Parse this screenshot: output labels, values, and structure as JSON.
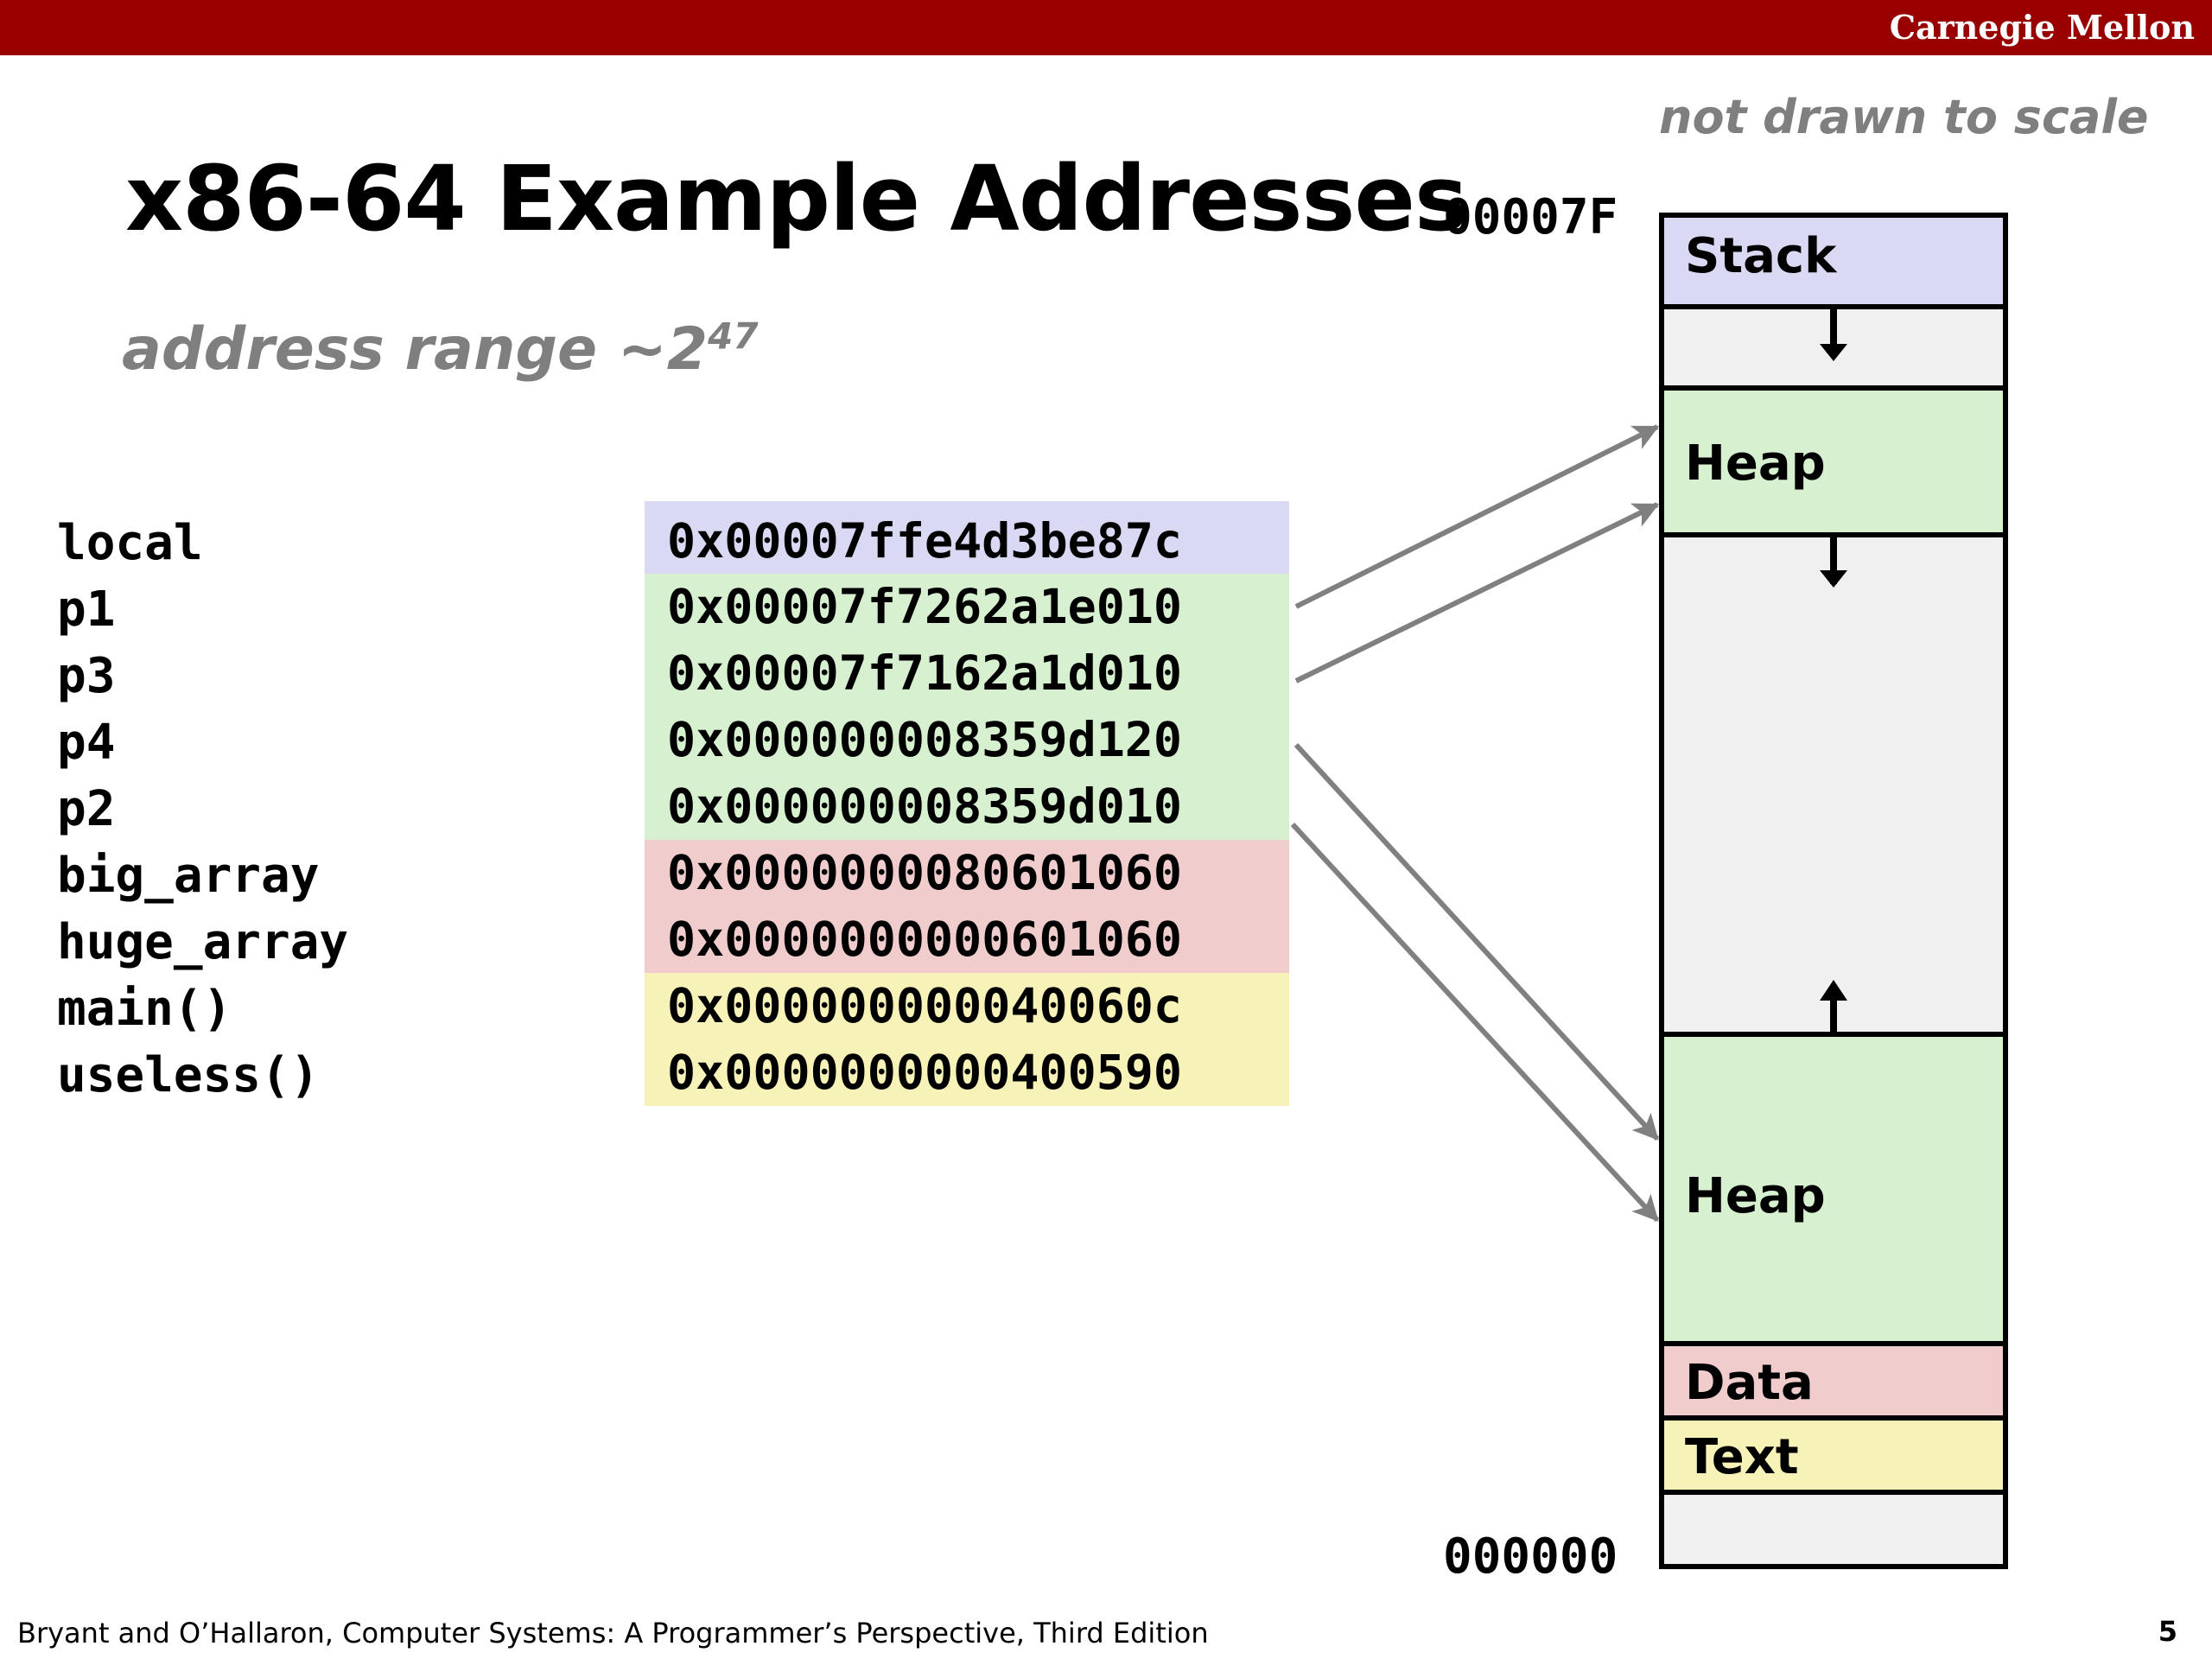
{
  "header": {
    "brand": "Carnegie Mellon"
  },
  "slide": {
    "title": "x86-64 Example Addresses",
    "subtitle_base": "address range ~2",
    "subtitle_exponent": "47",
    "note": "not drawn to scale"
  },
  "variables": [
    {
      "name": "local",
      "address": "0x00007ffe4d3be87c",
      "color": "#d9d9f3"
    },
    {
      "name": "p1",
      "address": "0x00007f7262a1e010",
      "color": "#d6f0d0"
    },
    {
      "name": "p3",
      "address": "0x00007f7162a1d010",
      "color": "#d6f0d0"
    },
    {
      "name": "p4",
      "address": "0x000000008359d120",
      "color": "#d6f0d0"
    },
    {
      "name": "p2",
      "address": "0x000000008359d010",
      "color": "#d6f0d0"
    },
    {
      "name": "big_array",
      "address": "0x0000000080601060",
      "color": "#f0cccc"
    },
    {
      "name": "huge_array",
      "address": "0x0000000000601060",
      "color": "#f0cccc"
    },
    {
      "name": "main()",
      "address": "0x000000000040060c",
      "color": "#f6f2b8"
    },
    {
      "name": "useless()",
      "address": "0x0000000000400590",
      "color": "#f6f2b8"
    }
  ],
  "memory": {
    "top_address": "00007F",
    "bottom_address": "000000",
    "segments": [
      {
        "label": "Stack",
        "color": "#d9d9f3"
      },
      {
        "label": "",
        "color": "#f0f0f0"
      },
      {
        "label": "Heap",
        "color": "#d6f0d0"
      },
      {
        "label": "",
        "color": "#f0f0f0"
      },
      {
        "label": "Heap",
        "color": "#d6f0d0"
      },
      {
        "label": "Data",
        "color": "#f0cccc"
      },
      {
        "label": "Text",
        "color": "#f6f2b8"
      },
      {
        "label": "",
        "color": "#f0f0f0"
      }
    ]
  },
  "footer": {
    "citation": "Bryant and O’Hallaron, Computer Systems: A Programmer’s Perspective, Third Edition",
    "page": "5"
  }
}
